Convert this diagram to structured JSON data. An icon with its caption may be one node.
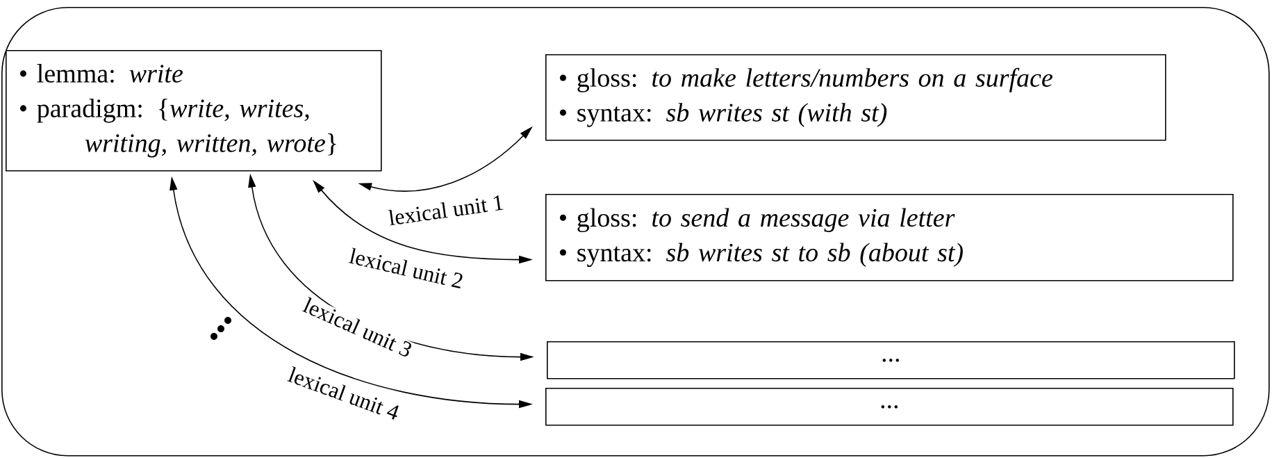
{
  "diagram": {
    "nodes": [
      {
        "text": [],
        "shape": "box"
      },
      {
        "text": [
          "• lemma: *write*",
          "• paradigm: {*write, writes, writing, written, wrote*}"
        ],
        "in": 0
      },
      {
        "text": [
          "• gloss: *to make letters/numbers on a surface*",
          "• syntax: *sb writes st (with st)*"
        ],
        "in": 0
      },
      {
        "text": [
          "• gloss: *to send a message via letter*",
          "• syntax: *sb writes st to sb (about st)*"
        ],
        "in": 0
      },
      {
        "text": [
          "..."
        ],
        "in": 0
      },
      {
        "text": [
          "..."
        ],
        "in": 0
      }
    ],
    "edges": [
      {
        "from": 1,
        "to": 2,
        "arrow": "both",
        "label": "lexical unit 1"
      },
      {
        "from": 1,
        "to": 3,
        "arrow": "both",
        "label": "lexical unit 2"
      },
      {
        "from": 1,
        "to": 4,
        "arrow": "both",
        "label": "lexical unit 3"
      },
      {
        "from": 1,
        "to": 5,
        "arrow": "both",
        "label": "lexical unit 4"
      }
    ]
  }
}
